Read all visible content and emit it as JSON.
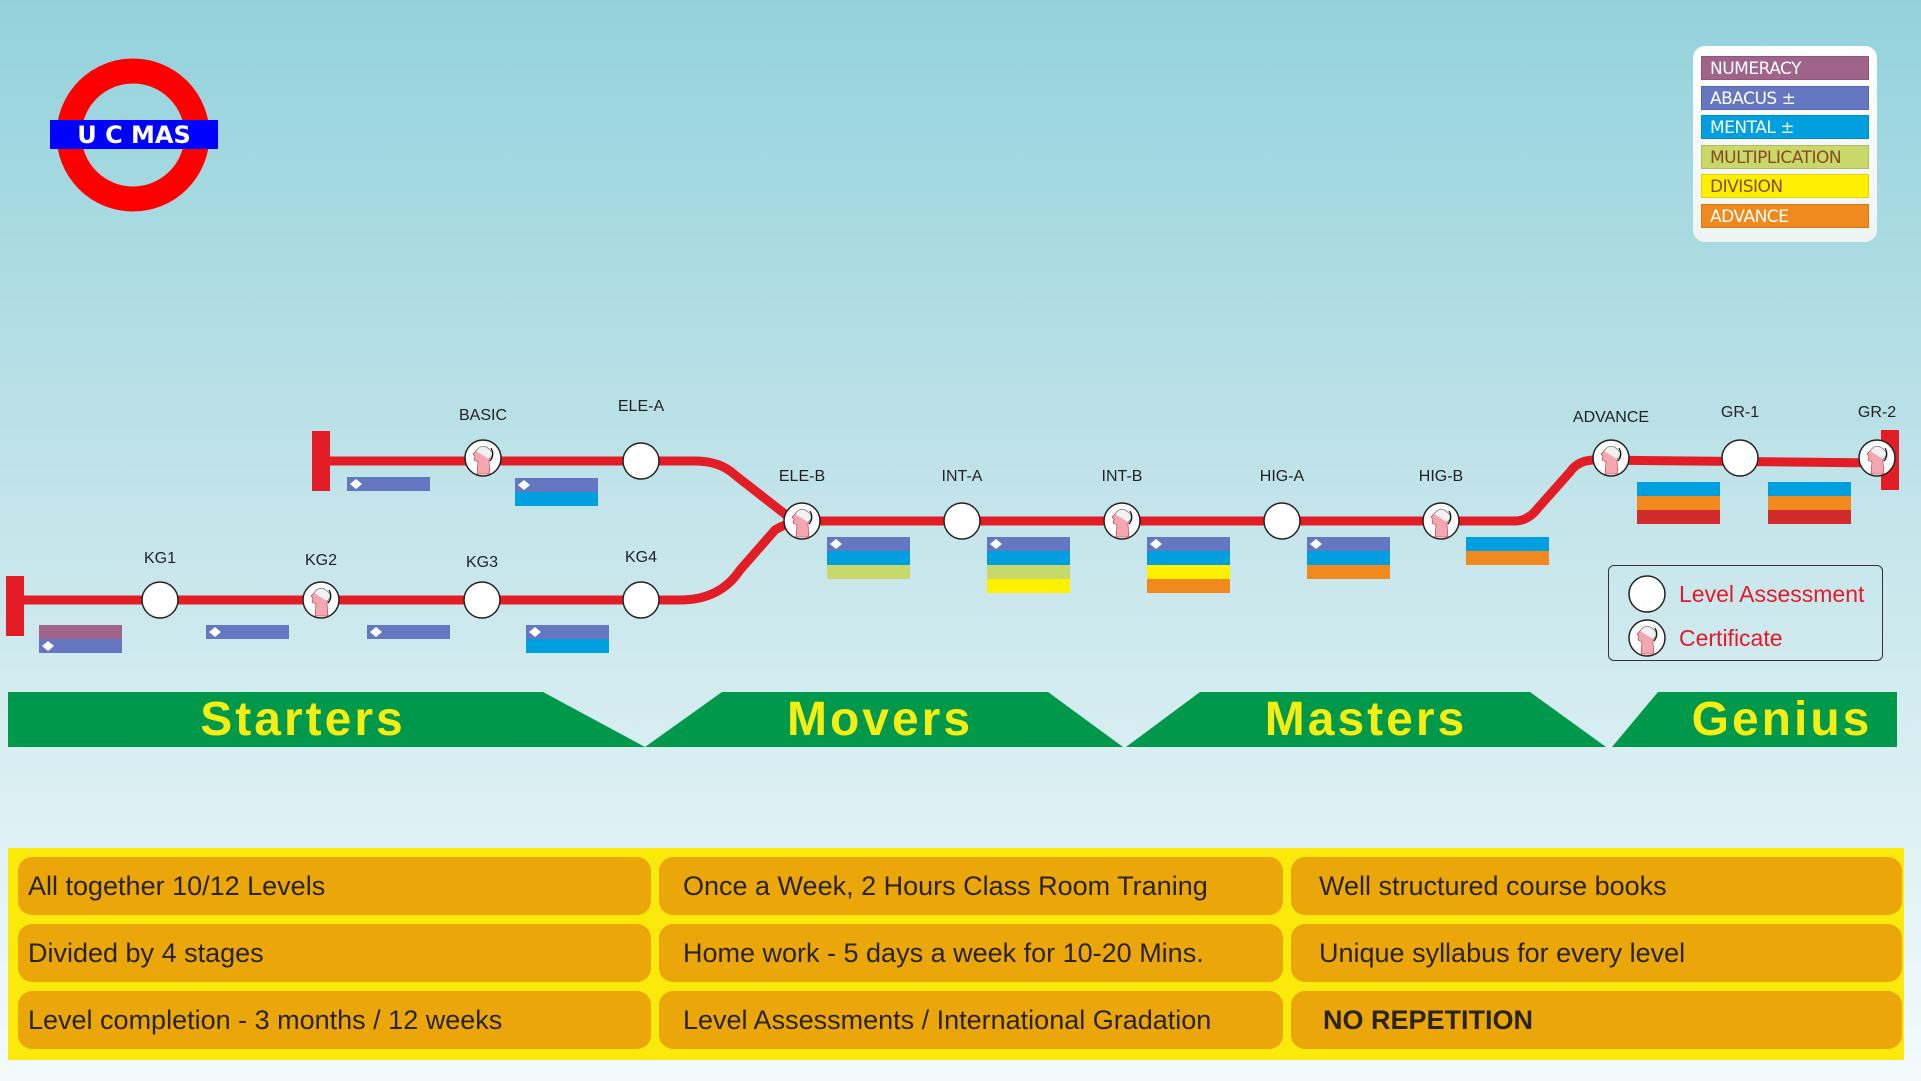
{
  "logo": {
    "text": "U C MAS",
    "ring_color": "#ff0000",
    "bar_color": "#0000ff"
  },
  "legend": [
    {
      "label": "NUMERACY",
      "color": "#a0648a",
      "text_color": "#ffffff"
    },
    {
      "label": "ABACUS  ±",
      "color": "#6477c0",
      "text_color": "#ffffff"
    },
    {
      "label": "MENTAL  ±",
      "color": "#00a0e0",
      "text_color": "#ffffff"
    },
    {
      "label": "MULTIPLICATION",
      "color": "#c9d86a",
      "text_color": "#8a4a26"
    },
    {
      "label": "DIVISION",
      "color": "#fff000",
      "text_color": "#8a4a26"
    },
    {
      "label": "ADVANCE",
      "color": "#f08a1e",
      "text_color": "#ffffff"
    }
  ],
  "colors": {
    "line": "#e31d25",
    "numeracy": "#a0648a",
    "abacus": "#6477c0",
    "mental": "#00a0e0",
    "multiplication": "#c9d86a",
    "division": "#fff000",
    "advance": "#f08a1e",
    "grad": "#d02a2a",
    "stage_green": "#00984a",
    "stage_text": "#f5ee14"
  },
  "stations": [
    {
      "name": "KG1",
      "type": "assessment",
      "subjects": [
        "numeracy",
        "abacus"
      ]
    },
    {
      "name": "KG2",
      "type": "certificate",
      "subjects": [
        "abacus"
      ]
    },
    {
      "name": "KG3",
      "type": "assessment",
      "subjects": [
        "abacus"
      ]
    },
    {
      "name": "KG4",
      "type": "assessment",
      "subjects": [
        "abacus",
        "mental"
      ]
    },
    {
      "name": "BASIC",
      "type": "certificate",
      "subjects": [
        "abacus"
      ]
    },
    {
      "name": "ELE-A",
      "type": "assessment",
      "subjects": [
        "abacus",
        "mental"
      ]
    },
    {
      "name": "ELE-B",
      "type": "certificate",
      "subjects": [
        "abacus",
        "mental",
        "multiplication"
      ]
    },
    {
      "name": "INT-A",
      "type": "assessment",
      "subjects": [
        "abacus",
        "mental",
        "multiplication",
        "division"
      ]
    },
    {
      "name": "INT-B",
      "type": "certificate",
      "subjects": [
        "abacus",
        "mental",
        "division",
        "advance"
      ]
    },
    {
      "name": "HIG-A",
      "type": "assessment",
      "subjects": [
        "abacus",
        "mental",
        "advance"
      ]
    },
    {
      "name": "HIG-B",
      "type": "certificate",
      "subjects": [
        "mental",
        "advance"
      ]
    },
    {
      "name": "ADVANCE",
      "type": "certificate",
      "subjects": [
        "mental",
        "advance",
        "grad"
      ]
    },
    {
      "name": "GR-1",
      "type": "assessment",
      "subjects": [
        "mental",
        "advance",
        "grad"
      ]
    },
    {
      "name": "GR-2",
      "type": "certificate",
      "subjects": []
    }
  ],
  "key": {
    "assessment": "Level Assessment",
    "certificate": "Certificate"
  },
  "stages": [
    "Starters",
    "Movers",
    "Masters",
    "Genius"
  ],
  "info": [
    [
      "All together 10/12 Levels",
      "Once a Week, 2 Hours Class Room Traning",
      "Well structured course books"
    ],
    [
      "Divided by 4 stages",
      "Home work - 5 days a week for 10-20 Mins.",
      "Unique syllabus for every level"
    ],
    [
      "Level completion -  3 months / 12 weeks",
      "Level Assessments  / International Gradation",
      "NO REPETITION"
    ]
  ]
}
